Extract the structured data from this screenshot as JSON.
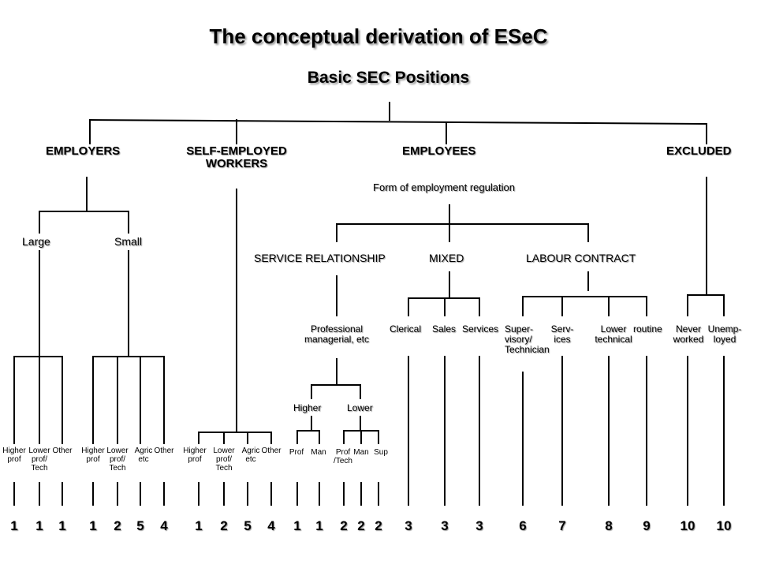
{
  "title": "The conceptual derivation of ESeC",
  "subtitle": "Basic SEC Positions",
  "top_categories": {
    "employers": "EMPLOYERS",
    "self_employed": "SELF-EMPLOYED\nWORKERS",
    "employees": "EMPLOYEES",
    "excluded": "EXCLUDED"
  },
  "employment_regulation": "Form of employment regulation",
  "size": {
    "large": "Large",
    "small": "Small"
  },
  "relationships": {
    "service": "SERVICE RELATIONSHIP",
    "mixed": "MIXED",
    "labour": "LABOUR CONTRACT"
  },
  "groups": {
    "professional": "Professional\nmanagerial, etc",
    "clerical": "Clerical",
    "sales": "Sales",
    "services": "Services",
    "supervisory": "Super-\nvisory/\nTechnician",
    "serv_ices": "Serv-\nices",
    "lower_technical": "Lower\ntechnical",
    "routine": "routine",
    "never_worked": "Never\nworked",
    "unemployed": "Unemp-\nloyed",
    "higher": "Higher",
    "lower": "Lower"
  },
  "leaf_labels": {
    "higher_prof": "Higher\nprof",
    "lower_prof_tech": "Lower\nprof/\nTech",
    "other": "Other",
    "agric_etc": "Agric\netc",
    "prof": "Prof",
    "man": "Man",
    "prof_tech": "Prof\n/Tech",
    "sup": "Sup"
  },
  "class_numbers": [
    "1",
    "1",
    "1",
    "1",
    "2",
    "5",
    "4",
    "1",
    "2",
    "5",
    "4",
    "1",
    "1",
    "2",
    "2",
    "2",
    "3",
    "3",
    "3",
    "6",
    "7",
    "8",
    "9",
    "10",
    "10"
  ]
}
